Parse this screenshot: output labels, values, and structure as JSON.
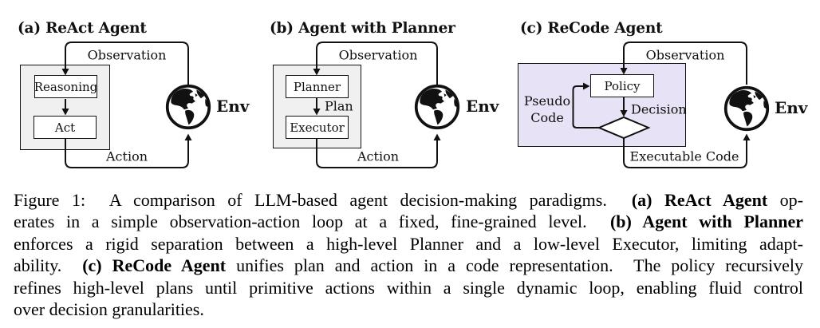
{
  "figure": {
    "panels": [
      {
        "id": "a",
        "title": "(a) ReAct Agent",
        "boxes": [
          "Reasoning",
          "Act"
        ],
        "top_label": "Observation",
        "bottom_label": "Action",
        "env_label": "Env"
      },
      {
        "id": "b",
        "title": "(b) Agent with Planner",
        "boxes": [
          "Planner",
          "Executor"
        ],
        "edge_label": "Plan",
        "top_label": "Observation",
        "bottom_label": "Action",
        "env_label": "Env"
      },
      {
        "id": "c",
        "title": "(c) ReCode Agent",
        "boxes": [
          "Policy"
        ],
        "edge_label": "Decision",
        "side_label_line1": "Pseudo",
        "side_label_line2": "Code",
        "top_label": "Observation",
        "bottom_label": "Executable Code",
        "env_label": "Env"
      }
    ],
    "colors": {
      "container_gray": "#f0f0f0",
      "container_lavender": "#e7e2f5",
      "line": "#111111"
    }
  },
  "caption": {
    "lines": [
      {
        "pre": "Figure 1:  A comparison of LLM-based agent decision-making paradigms.  ",
        "bold": "(a) ReAct Agent",
        "post": " op-"
      },
      {
        "pre": "erates in a simple observation-action loop at a fixed, fine-grained level.  ",
        "bold": "(b) Agent with Planner",
        "post": ""
      },
      {
        "pre": "enforces a rigid separation between a high-level Planner and a low-level Executor, limiting adapt-",
        "bold": "",
        "post": ""
      },
      {
        "pre": "ability.  ",
        "bold": "(c) ReCode Agent",
        "post": " unifies plan and action in a code representation.  The policy recursively"
      },
      {
        "pre": "refines high-level plans until primitive actions within a single dynamic loop, enabling fluid control",
        "bold": "",
        "post": ""
      },
      {
        "pre": "over decision granularities.",
        "bold": "",
        "post": ""
      }
    ]
  }
}
